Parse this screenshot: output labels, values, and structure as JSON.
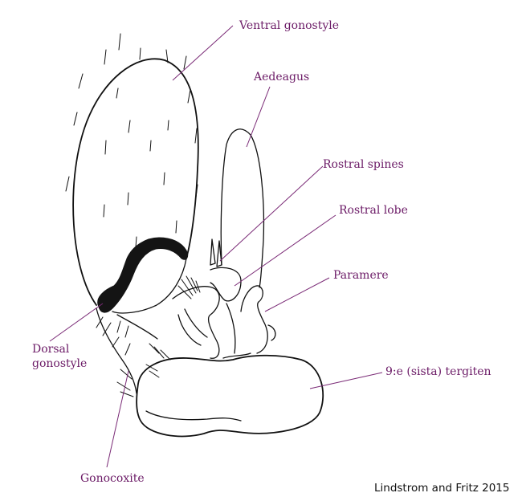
{
  "labels": {
    "ventral_gonostyle": "Ventral gonostyle",
    "aedeagus": "Aedeagus",
    "rostral_spines": "Rostral spines",
    "rostral_lobe": "Rostral lobe",
    "paramere": "Paramere",
    "dorsal_gonostyle_line1": "Dorsal",
    "dorsal_gonostyle_line2": "gonostyle",
    "tergite": "9:e (sista) tergiten",
    "gonocoxite": "Gonocoxite"
  },
  "credit": "Lindstrom and Fritz 2015",
  "colors": {
    "label_text": "#6b1a66",
    "leader_line": "#7a2a76",
    "ink": "#111111",
    "credit_text": "#111111"
  }
}
